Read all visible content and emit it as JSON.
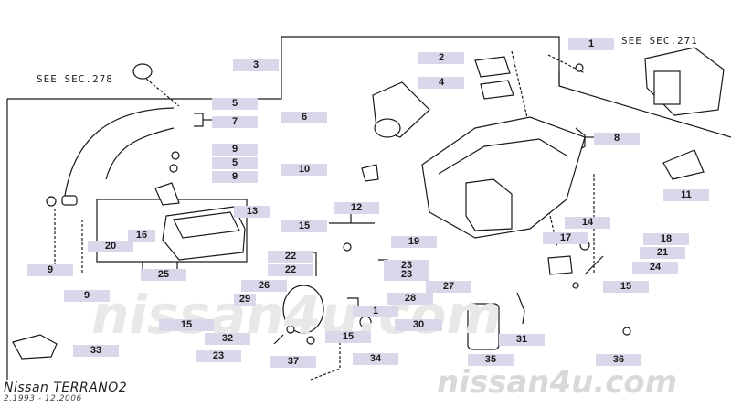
{
  "diagram": {
    "see_sec_refs": [
      "SEE SEC.278",
      "SEE SEC.271"
    ],
    "callouts": [
      {
        "id": "c1",
        "label": "1"
      },
      {
        "id": "c2",
        "label": "2"
      },
      {
        "id": "c3",
        "label": "3"
      },
      {
        "id": "c4",
        "label": "4"
      },
      {
        "id": "c5a",
        "label": "5"
      },
      {
        "id": "c7",
        "label": "7"
      },
      {
        "id": "c6",
        "label": "6"
      },
      {
        "id": "c8",
        "label": "8"
      },
      {
        "id": "c9a",
        "label": "9"
      },
      {
        "id": "c5b",
        "label": "5"
      },
      {
        "id": "c9b",
        "label": "9"
      },
      {
        "id": "c10",
        "label": "10"
      },
      {
        "id": "c11",
        "label": "11"
      },
      {
        "id": "c12",
        "label": "12"
      },
      {
        "id": "c13",
        "label": "13"
      },
      {
        "id": "c14",
        "label": "14"
      },
      {
        "id": "c15a",
        "label": "15"
      },
      {
        "id": "c16",
        "label": "16"
      },
      {
        "id": "c17",
        "label": "17"
      },
      {
        "id": "c18",
        "label": "18"
      },
      {
        "id": "c19",
        "label": "19"
      },
      {
        "id": "c20",
        "label": "20"
      },
      {
        "id": "c21",
        "label": "21"
      },
      {
        "id": "c22a",
        "label": "22"
      },
      {
        "id": "c23a",
        "label": "23"
      },
      {
        "id": "c22b",
        "label": "22"
      },
      {
        "id": "c23b",
        "label": "23"
      },
      {
        "id": "c24",
        "label": "24"
      },
      {
        "id": "c9c",
        "label": "9"
      },
      {
        "id": "c25",
        "label": "25"
      },
      {
        "id": "c26",
        "label": "26"
      },
      {
        "id": "c27",
        "label": "27"
      },
      {
        "id": "c15b",
        "label": "15"
      },
      {
        "id": "c9d",
        "label": "9"
      },
      {
        "id": "c29",
        "label": "29"
      },
      {
        "id": "c28",
        "label": "28"
      },
      {
        "id": "c1b",
        "label": "1"
      },
      {
        "id": "c15c",
        "label": "15"
      },
      {
        "id": "c30",
        "label": "30"
      },
      {
        "id": "c32",
        "label": "32"
      },
      {
        "id": "c15d",
        "label": "15"
      },
      {
        "id": "c31",
        "label": "31"
      },
      {
        "id": "c23c",
        "label": "23"
      },
      {
        "id": "c33",
        "label": "33"
      },
      {
        "id": "c37",
        "label": "37"
      },
      {
        "id": "c34",
        "label": "34"
      },
      {
        "id": "c35",
        "label": "35"
      },
      {
        "id": "c36",
        "label": "36"
      }
    ]
  },
  "watermark": {
    "center": "nissan4u.com",
    "bottom": "nissan4u.com"
  },
  "footer": {
    "model": "Nissan TERRANO2",
    "dates": "2.1993 - 12.2006"
  },
  "colors": {
    "callout_bg": "#d8d8ea",
    "line": "#1a1a1a",
    "watermark": "#e6e6e6"
  }
}
